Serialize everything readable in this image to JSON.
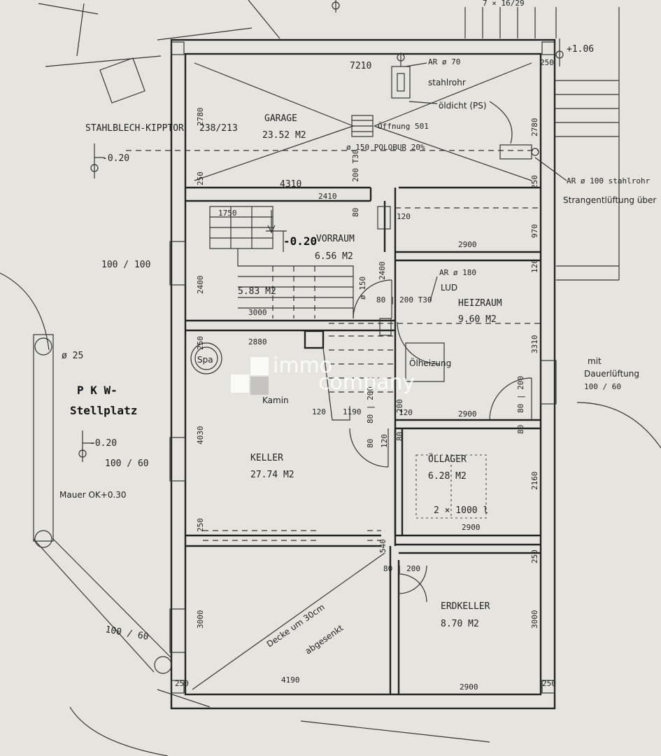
{
  "rooms": {
    "garage": {
      "name": "GARAGE",
      "area": "23.52 M2"
    },
    "vorraum": {
      "name": "VORRAUM",
      "area": "6.56 M2"
    },
    "stair_area": "5.83 M2",
    "heizraum": {
      "name": "HEIZRAUM",
      "area": "9.60 M2"
    },
    "keller": {
      "name": "KELLER",
      "area": "27.74 M2"
    },
    "oellager": {
      "name": "ÖLLAGER",
      "area": "6.28 M2",
      "tank": "2 × 1000 l"
    },
    "erdkeller": {
      "name": "ERDKELLER",
      "area": "8.70 M2"
    },
    "pkw": {
      "line1": "P K W-",
      "line2": "Stellplatz"
    }
  },
  "dimensions": {
    "d7210": "7210",
    "d2780a": "2780",
    "d2780b": "2780",
    "d250a": "250",
    "d250b": "250",
    "d250c": "250",
    "d250d": "250",
    "d250e": "250",
    "d250f": "250",
    "d250g": "250",
    "d250h": "250",
    "d4310": "4310",
    "d1750": "1750",
    "d2410": "2410",
    "d2400a": "2400",
    "d2400b": "2400",
    "d3000a": "3000",
    "d120a": "120",
    "d120b": "120",
    "d120c": "120",
    "d120d": "120",
    "d120e": "120",
    "d970": "970",
    "d2900a": "2900",
    "d2900b": "2900",
    "d2900c": "2900",
    "d2900d": "2900",
    "d3310": "3310",
    "d2880": "2880",
    "d4030": "4030",
    "d1190": "1190",
    "d2160": "2160",
    "d3000b": "3000",
    "d3000c": "3000",
    "d4190": "4190",
    "d80a": "80",
    "d80b": "80",
    "d80c": "80",
    "d80d": "80",
    "d200": "200",
    "d540": "540"
  },
  "doors": {
    "t30a": "200 T30",
    "t30b": "80 | 200 T30",
    "t30c": "80 | 200",
    "t30d": "80 | 200",
    "t30e": "80 | 200"
  },
  "notes": {
    "kipptor_line1": "STAHLBLECH-KIPPTOR",
    "kipptor_size": "238/213",
    "ar70": "AR ø 70",
    "stahlrohr": "stahlrohr",
    "oldicht": "öldicht (PS)",
    "offnung": "Öffnung 501",
    "polobur": "ø 150 POLOBUR 20%",
    "ar100": "AR ø 100  stahlrohr",
    "strang": "Strangentlüftung über",
    "ar180": "AR ø 180",
    "lud": "LUD",
    "oelheizung": "Ölheizung",
    "kamin": "Kamin",
    "phi150": "ø 150",
    "dauer1": "mit",
    "dauer2": "Dauerlüftung",
    "dauer3": "100 /  60",
    "decke1": "Decke um 30cm",
    "decke2": "abgesenkt",
    "mauer": "Mauer OK+0.30",
    "win100_100": "100 / 100",
    "win100_60a": "100 /  60",
    "win100_60b": "100 /  60",
    "spa": "Spa",
    "tt": "7 × 16/29"
  },
  "levels": {
    "l106": "+1.06",
    "l020a": "-0.20",
    "l020b": "-0.20",
    "l020c": "-0.20",
    "l025": "ø 25"
  },
  "watermark": {
    "line1": "immo",
    "line2": "company"
  },
  "colors": {
    "paper": "#e6e4df",
    "ink": "#222222"
  }
}
